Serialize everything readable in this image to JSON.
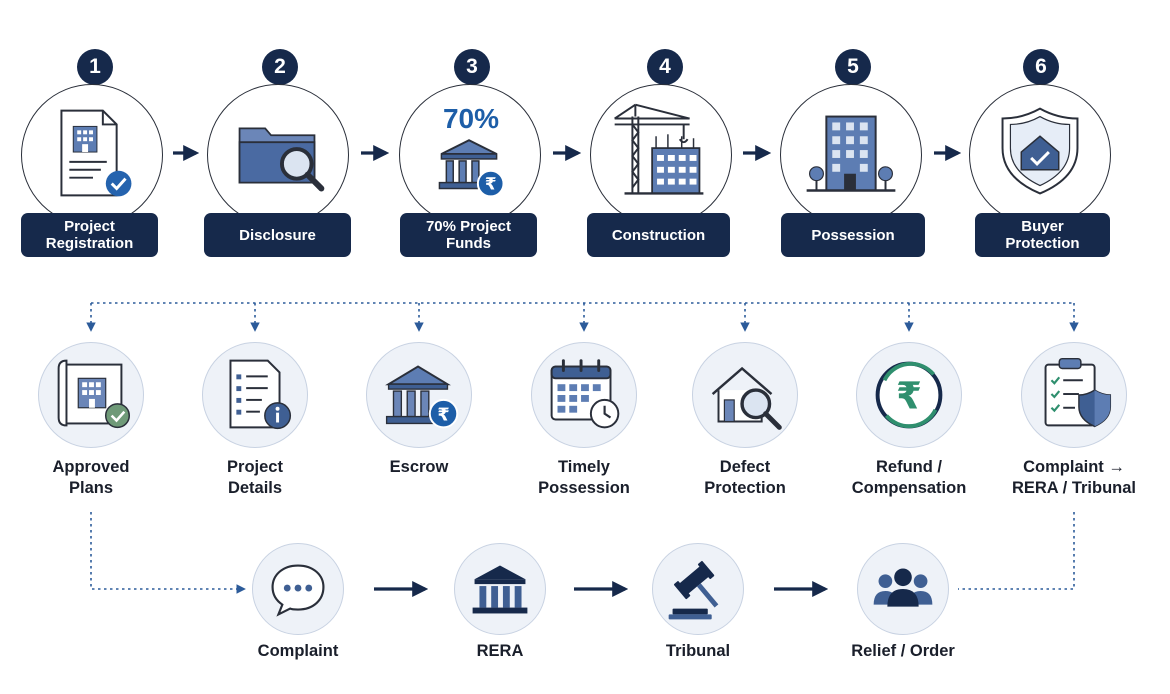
{
  "steps": [
    {
      "number": "1",
      "label": "Project\nRegistration",
      "icon": "document-building-check-icon"
    },
    {
      "number": "2",
      "label": "Disclosure",
      "icon": "folder-magnifier-icon"
    },
    {
      "number": "3",
      "label": "70% Project\nFunds",
      "icon": "bank-rupee-icon",
      "highlight": "70%"
    },
    {
      "number": "4",
      "label": "Construction",
      "icon": "crane-building-icon"
    },
    {
      "number": "5",
      "label": "Possession",
      "icon": "apartment-building-icon"
    },
    {
      "number": "6",
      "label": "Buyer\nProtection",
      "icon": "shield-house-check-icon"
    }
  ],
  "protections": [
    {
      "label": "Approved\nPlans",
      "icon": "blueprint-check-icon"
    },
    {
      "label": "Project\nDetails",
      "icon": "checklist-info-icon"
    },
    {
      "label": "Escrow",
      "icon": "bank-rupee-icon"
    },
    {
      "label": "Timely\nPossession",
      "icon": "calendar-clock-icon"
    },
    {
      "label": "Defect\nProtection",
      "icon": "house-magnifier-icon"
    },
    {
      "label": "Refund /\nCompensation",
      "icon": "rupee-circle-icon"
    },
    {
      "label": "Complaint →\nRERA / Tribunal",
      "icon": "clipboard-shield-icon"
    }
  ],
  "resolution": [
    {
      "label": "Complaint",
      "icon": "speech-bubble-icon"
    },
    {
      "label": "RERA",
      "icon": "government-building-icon"
    },
    {
      "label": "Tribunal",
      "icon": "gavel-icon"
    },
    {
      "label": "Relief / Order",
      "icon": "people-group-icon"
    }
  ],
  "colors": {
    "navy": "#16294b",
    "accent_blue": "#1d5ea8",
    "icon_blue": "#3f5f93",
    "circle_fill": "#eef2f8",
    "connector": "#2c5b9a"
  }
}
